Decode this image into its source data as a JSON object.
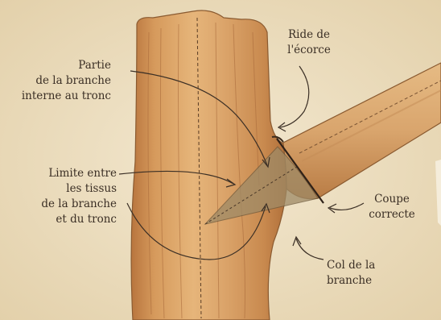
{
  "labels": {
    "partie": [
      "Partie",
      "de la branche",
      "interne au tronc"
    ],
    "limite": [
      "Limite entre",
      "les tissus",
      "de la branche",
      "et du tronc"
    ],
    "ride": [
      "Ride de",
      "l'écorce"
    ],
    "coupe": [
      "Coupe",
      "correcte"
    ],
    "col": [
      "Col de la",
      "branche"
    ]
  },
  "colors": {
    "parchment": "#efe2c6",
    "trunk": "#d9a26a",
    "trunk_dark": "#b87a45",
    "branch": "#d8a872",
    "cone": "#9c8a6a",
    "ink": "#3b2f25"
  }
}
